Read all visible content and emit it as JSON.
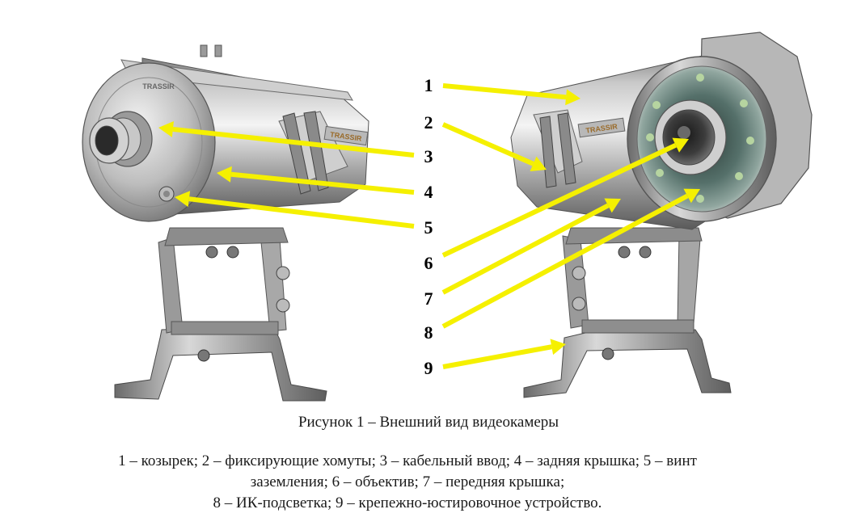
{
  "figure": {
    "brand_logo": "TRASSIR",
    "callout_numbers": [
      "1",
      "2",
      "3",
      "4",
      "5",
      "6",
      "7",
      "8",
      "9"
    ],
    "callout_color": "#f5f000"
  },
  "caption": {
    "text": "Рисунок 1 – Внешний вид видеокамеры"
  },
  "legend": {
    "lines": [
      "1 – козырек; 2 – фиксирующие хомуты; 3 – кабельный ввод; 4 – задняя крышка; 5 – винт",
      "заземления; 6 – объектив; 7 – передняя крышка;",
      "8 – ИК-подсветка; 9 – крепежно-юстировочное устройство."
    ]
  }
}
